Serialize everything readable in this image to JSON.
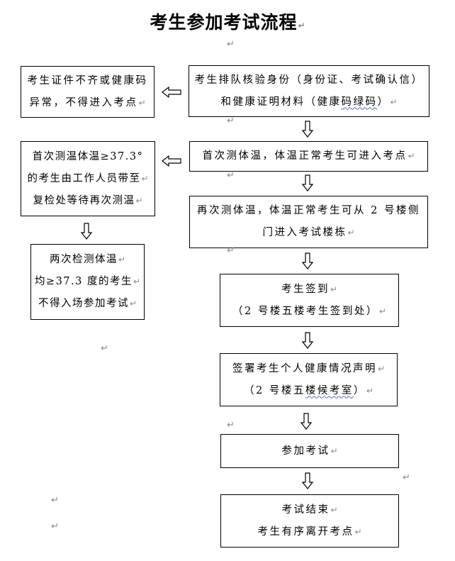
{
  "title": "考生参加考试流程",
  "paragraph_mark": "↵",
  "main_flow": [
    {
      "id": "verify-identity",
      "lines": [
        "考生排队核验身份（身份证、考试确认信）",
        "和健康证明材料（健康码绿码）"
      ],
      "squiggle_text": "码绿码"
    },
    {
      "id": "first-temp-check",
      "lines": [
        "首次测体温，体温正常考生可进入考点"
      ]
    },
    {
      "id": "second-temp-check",
      "lines": [
        "再次测体温，体温正常考生可从 2 号楼侧",
        "门进入考试楼栋"
      ]
    },
    {
      "id": "check-in",
      "lines": [
        "考生签到",
        "（2 号楼五楼考生签到处）"
      ]
    },
    {
      "id": "health-declaration",
      "lines": [
        "签署考生个人健康情况声明",
        "（2 号楼五楼候考室）"
      ],
      "squiggle_text": "楼候考室"
    },
    {
      "id": "take-exam",
      "lines": [
        "参加考试"
      ]
    },
    {
      "id": "exam-end",
      "lines": [
        "考试结束",
        "考生有序离开考点"
      ]
    }
  ],
  "side_flow": [
    {
      "id": "documents-missing",
      "lines": [
        "考生证件不齐或健康码",
        "异常，不得进入考点"
      ]
    },
    {
      "id": "fever-first-check",
      "lines": [
        "首次测温体温≥37.3°",
        "的考生由工作人员带至",
        "复检处等待再次测温"
      ]
    },
    {
      "id": "fever-twice",
      "lines": [
        "两次检测体温",
        "均≥37.3 度的考生",
        "不得入场参加考试"
      ]
    }
  ],
  "connectors": {
    "down_arrows": 7,
    "left_arrows": 2
  }
}
